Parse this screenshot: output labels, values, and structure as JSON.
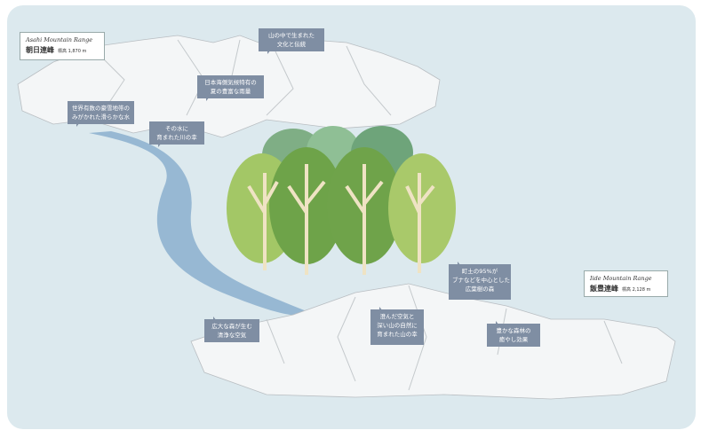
{
  "ranges": {
    "asahi": {
      "name_en": "Asahi Mountain Range",
      "name_jp": "朝日連峰",
      "elevation": "標高 1,870 m"
    },
    "iide": {
      "name_en": "Iide Mountain Range",
      "name_jp": "飯豊連峰",
      "elevation": "標高 2,128 m"
    }
  },
  "callouts": {
    "culture": [
      "山の中で生まれた",
      "文化と伝統"
    ],
    "rain": [
      "日本海側気候特有の",
      "夏の豊富な雨量"
    ],
    "water": [
      "世界有数の豪雪地帯の",
      "みがかれた滑らかな水"
    ],
    "river": [
      "その水に",
      "育まれた川の幸"
    ],
    "forest": [
      "町土の95%が",
      "ブナなどを中心とした",
      "広葉樹の森"
    ],
    "air": [
      "広大な森が生む",
      "清浄な空気"
    ],
    "mountain_food": [
      "澄んだ空気と",
      "深い山の自然に",
      "育まれた山の幸"
    ],
    "healing": [
      "豊かな森林の",
      "癒やし効果"
    ]
  },
  "colors": {
    "sky": "#dde9ee",
    "callout": "#7f8ea3",
    "river": "#8fb3cf"
  }
}
